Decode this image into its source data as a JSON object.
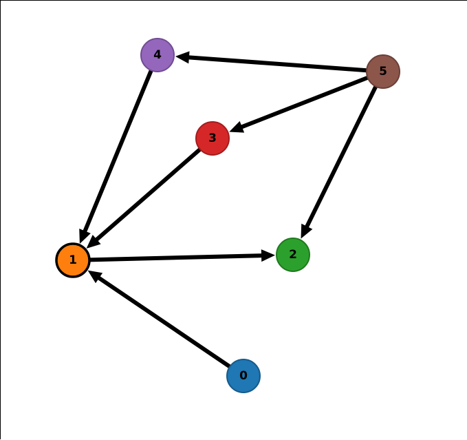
{
  "nodes": [
    {
      "id": "0",
      "label": "0",
      "fill": "#1f77b4",
      "stroke": "#155a8a"
    },
    {
      "id": "1",
      "label": "1",
      "fill": "#ff7f0e",
      "stroke": "#000000",
      "highlighted": true
    },
    {
      "id": "2",
      "label": "2",
      "fill": "#2ca02c",
      "stroke": "#1e7a1e"
    },
    {
      "id": "3",
      "label": "3",
      "fill": "#d62728",
      "stroke": "#a31c1d"
    },
    {
      "id": "4",
      "label": "4",
      "fill": "#9467bd",
      "stroke": "#704c92"
    },
    {
      "id": "5",
      "label": "5",
      "fill": "#8c564b",
      "stroke": "#6a3f37"
    }
  ],
  "edges": [
    {
      "from": "5",
      "to": "4"
    },
    {
      "from": "5",
      "to": "3"
    },
    {
      "from": "5",
      "to": "2"
    },
    {
      "from": "4",
      "to": "1"
    },
    {
      "from": "3",
      "to": "1"
    },
    {
      "from": "1",
      "to": "2"
    },
    {
      "from": "0",
      "to": "1"
    }
  ],
  "colors": {
    "edge": "#000000",
    "label": "#000000",
    "background": "#ffffff"
  }
}
